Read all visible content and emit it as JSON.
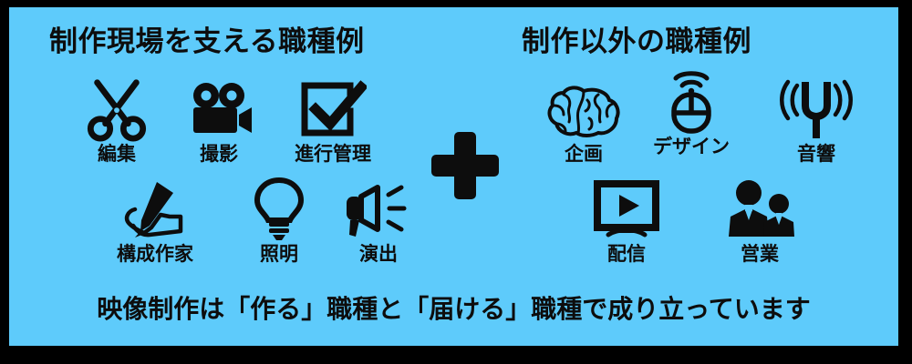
{
  "theme": {
    "background": "#000000",
    "panel": "#5ECBFB",
    "ink": "#0d0d0d"
  },
  "left_group": {
    "title": "制作現場を支える職種例",
    "items": [
      {
        "label": "編集",
        "icon": "scissors-icon"
      },
      {
        "label": "撮影",
        "icon": "movie-camera-icon"
      },
      {
        "label": "進行管理",
        "icon": "checkbox-check-icon"
      },
      {
        "label": "構成作家",
        "icon": "hand-writing-pen-icon"
      },
      {
        "label": "照明",
        "icon": "light-bulb-icon"
      },
      {
        "label": "演出",
        "icon": "megaphone-icon"
      }
    ]
  },
  "divider": {
    "symbol": "plus-icon",
    "label": "＋"
  },
  "right_group": {
    "title": "制作以外の職種例",
    "items": [
      {
        "label": "企画",
        "icon": "brain-icon"
      },
      {
        "label": "デザイン",
        "icon": "wireless-mouse-icon"
      },
      {
        "label": "音響",
        "icon": "tuning-fork-icon"
      },
      {
        "label": "配信",
        "icon": "monitor-play-icon"
      },
      {
        "label": "営業",
        "icon": "two-business-people-icon"
      }
    ]
  },
  "caption": "映像制作は「作る」職種と「届ける」職種で成り立っています"
}
